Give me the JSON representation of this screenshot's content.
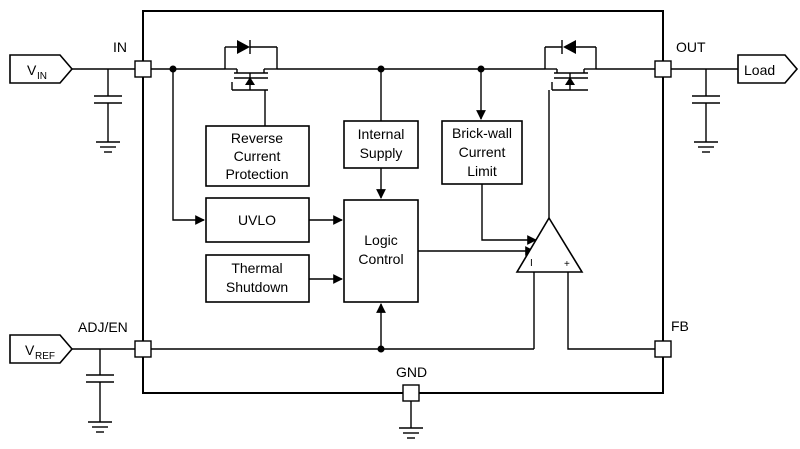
{
  "pins": {
    "in": "IN",
    "out": "OUT",
    "adj_en": "ADJ/EN",
    "fb": "FB",
    "gnd": "GND"
  },
  "terminals": {
    "vin_main": "V",
    "vin_sub": "IN",
    "vref_main": "V",
    "vref_sub": "REF",
    "load": "Load"
  },
  "blocks": {
    "reverse_current": [
      "Reverse",
      "Current",
      "Protection"
    ],
    "internal_supply": [
      "Internal",
      "Supply"
    ],
    "brick_wall": [
      "Brick-wall",
      "Current",
      "Limit"
    ],
    "uvlo": [
      "UVLO"
    ],
    "thermal": [
      "Thermal",
      "Shutdown"
    ],
    "logic": [
      "Logic",
      "Control"
    ]
  },
  "comparator": {
    "minus": "I",
    "plus": "+"
  }
}
